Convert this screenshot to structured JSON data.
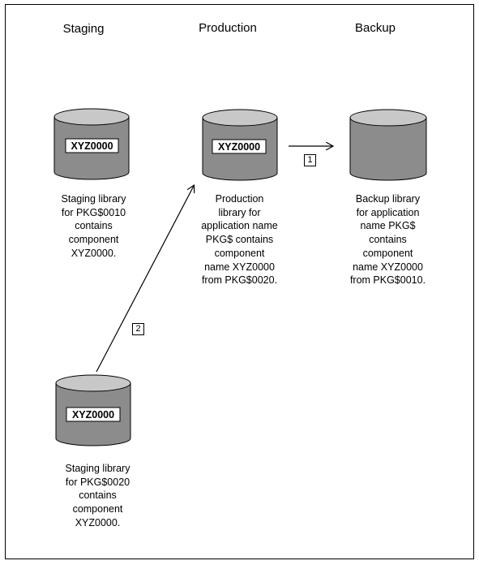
{
  "columns": {
    "staging": "Staging",
    "production": "Production",
    "backup": "Backup"
  },
  "cylinders": {
    "staging_top_label": "XYZ0000",
    "production_label": "XYZ0000",
    "staging_bottom_label": "XYZ0000"
  },
  "descriptions": {
    "staging_top": [
      "Staging library",
      "for PKG$0010",
      "contains",
      "component",
      "XYZ0000."
    ],
    "production": [
      "Production",
      "library for",
      "application name",
      "PKG$ contains",
      "component",
      "name XYZ0000",
      "from PKG$0020."
    ],
    "backup": [
      "Backup library",
      "for application",
      "name PKG$",
      "contains",
      "component",
      "name XYZ0000",
      "from PKG$0010."
    ],
    "staging_bottom": [
      "Staging library",
      "for PKG$0020",
      "contains",
      "component",
      "XYZ0000."
    ]
  },
  "steps": {
    "step1": "1",
    "step2": "2"
  },
  "colors": {
    "cylinder_body": "#8c8c8c",
    "cylinder_top": "#c8c8c8",
    "line": "#000000"
  }
}
